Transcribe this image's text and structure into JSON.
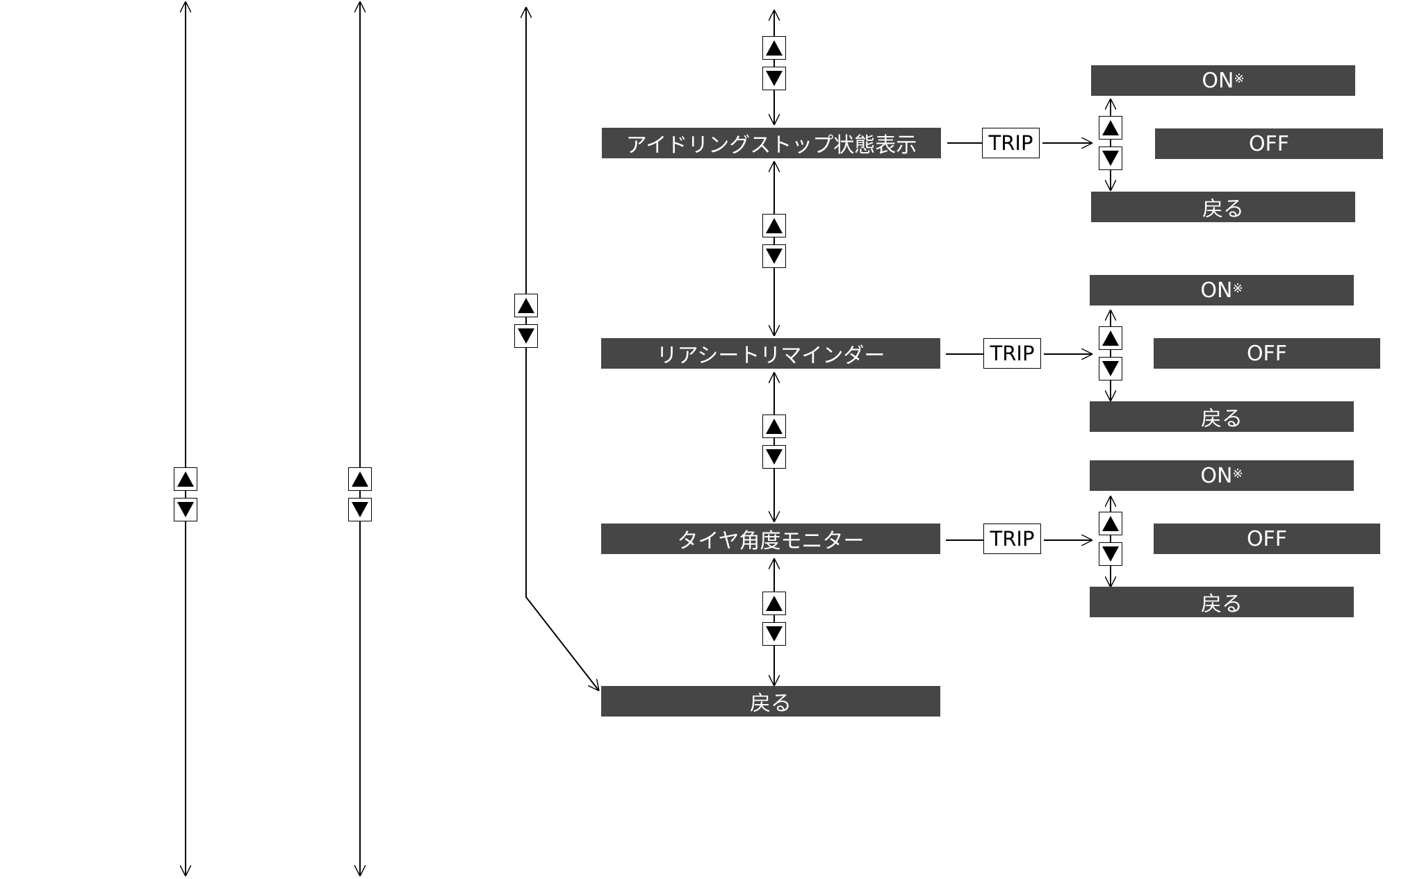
{
  "menu": {
    "items": [
      {
        "label": "アイドリングストップ状態表示"
      },
      {
        "label": "リアシートリマインダー"
      },
      {
        "label": "タイヤ角度モニター"
      },
      {
        "label": "戻る"
      }
    ]
  },
  "trip_label": "TRIP",
  "submenus": [
    {
      "on": "ON",
      "mark": "※",
      "off": "OFF",
      "back": "戻る"
    },
    {
      "on": "ON",
      "mark": "※",
      "off": "OFF",
      "back": "戻る"
    },
    {
      "on": "ON",
      "mark": "※",
      "off": "OFF",
      "back": "戻る"
    }
  ],
  "icons": {
    "up": "up-triangle-icon",
    "down": "down-triangle-icon"
  },
  "colors": {
    "box_fill": "#464646",
    "box_text": "#ffffff",
    "line": "#000000"
  }
}
